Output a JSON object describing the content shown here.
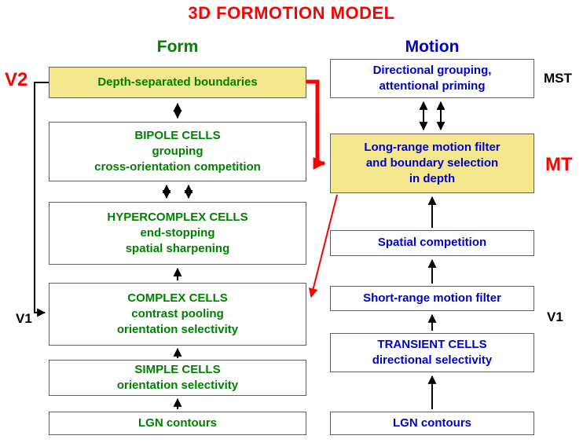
{
  "title": "3D FORMOTION MODEL",
  "form": {
    "header": "Form",
    "boxes": [
      {
        "id": "depth-separated-boundaries",
        "highlighted": true,
        "lines": [
          "Depth-separated boundaries"
        ]
      },
      {
        "id": "bipole-cells",
        "highlighted": false,
        "lines": [
          "BIPOLE CELLS",
          "grouping",
          "cross-orientation competition"
        ]
      },
      {
        "id": "hypercomplex-cells",
        "highlighted": false,
        "lines": [
          "HYPERCOMPLEX CELLS",
          "end-stopping",
          "spatial sharpening"
        ]
      },
      {
        "id": "complex-cells",
        "highlighted": false,
        "lines": [
          "COMPLEX CELLS",
          "contrast pooling",
          "orientation selectivity"
        ]
      },
      {
        "id": "simple-cells",
        "highlighted": false,
        "lines": [
          "SIMPLE CELLS",
          "orientation selectivity"
        ]
      },
      {
        "id": "lgn-contours",
        "highlighted": false,
        "lines": [
          "LGN contours"
        ]
      }
    ]
  },
  "motion": {
    "header": "Motion",
    "boxes": [
      {
        "id": "directional-grouping",
        "highlighted": false,
        "lines": [
          "Directional grouping,",
          "attentional priming"
        ]
      },
      {
        "id": "long-range-motion-filter",
        "highlighted": true,
        "lines": [
          "Long-range motion filter",
          "and boundary selection",
          "in depth"
        ]
      },
      {
        "id": "spatial-competition",
        "highlighted": false,
        "lines": [
          "Spatial competition"
        ]
      },
      {
        "id": "short-range-motion-filter",
        "highlighted": false,
        "lines": [
          "Short-range motion filter"
        ]
      },
      {
        "id": "transient-cells",
        "highlighted": false,
        "lines": [
          "TRANSIENT CELLS",
          "directional selectivity"
        ]
      },
      {
        "id": "lgn-contours",
        "highlighted": false,
        "lines": [
          "LGN contours"
        ]
      }
    ]
  },
  "labels": {
    "v2": "V2",
    "v1_left": "V1",
    "mst": "MST",
    "mt": "MT",
    "v1_right": "V1"
  },
  "colors": {
    "title_red": "#FF0000",
    "form_green": "#008000",
    "motion_blue": "#0000CC",
    "highlight_yellow": "#F5E78E",
    "arrow_red": "#FF0000",
    "arrow_black": "#000000",
    "box_border": "#5F5F5F"
  },
  "connections": [
    {
      "from": "lgn-contours-form",
      "to": "simple-cells",
      "style": "black",
      "direction": "up"
    },
    {
      "from": "simple-cells",
      "to": "complex-cells",
      "style": "black",
      "direction": "up"
    },
    {
      "from": "complex-cells",
      "to": "hypercomplex-cells",
      "style": "black",
      "direction": "up"
    },
    {
      "from": "hypercomplex-cells",
      "to": "bipole-cells",
      "style": "black",
      "direction": "bidirectional-pair"
    },
    {
      "from": "bipole-cells",
      "to": "depth-separated-boundaries",
      "style": "black",
      "direction": "bidirectional"
    },
    {
      "from": "depth-separated-boundaries",
      "to": "complex-cells",
      "style": "black",
      "direction": "feedback-left-elbow"
    },
    {
      "from": "depth-separated-boundaries",
      "to": "long-range-motion-filter",
      "style": "red-thick",
      "direction": "right-elbow"
    },
    {
      "from": "long-range-motion-filter",
      "to": "complex-cells",
      "style": "red-thin",
      "direction": "diagonal"
    },
    {
      "from": "lgn-contours-motion",
      "to": "transient-cells",
      "style": "black",
      "direction": "up"
    },
    {
      "from": "transient-cells",
      "to": "short-range-motion-filter",
      "style": "black",
      "direction": "up"
    },
    {
      "from": "short-range-motion-filter",
      "to": "spatial-competition",
      "style": "black",
      "direction": "up"
    },
    {
      "from": "spatial-competition",
      "to": "long-range-motion-filter",
      "style": "black",
      "direction": "up"
    },
    {
      "from": "long-range-motion-filter",
      "to": "directional-grouping",
      "style": "black",
      "direction": "bidirectional-pair"
    }
  ]
}
